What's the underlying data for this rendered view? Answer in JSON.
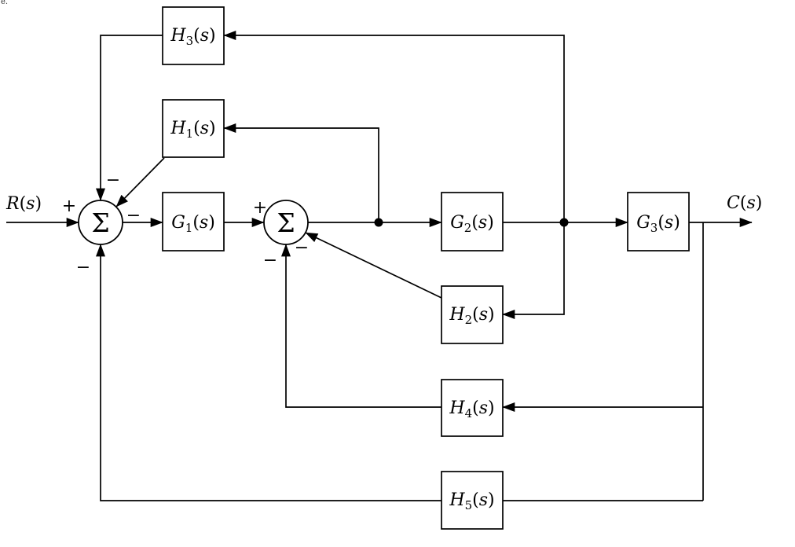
{
  "page": {
    "background": "#ffffff",
    "line_color": "#000000",
    "corner_fragment": "e."
  },
  "labels": {
    "input": {
      "main": "R",
      "open": "(",
      "var": "s",
      "close": ")"
    },
    "output": {
      "main": "C",
      "open": "(",
      "var": "s",
      "close": ")"
    }
  },
  "junctions": {
    "sum1": {
      "symbol": "Σ",
      "signs": {
        "input": "+",
        "top": "−",
        "diagonal": "−",
        "bottom": "−"
      }
    },
    "sum2": {
      "symbol": "Σ",
      "signs": {
        "input": "+",
        "diagonal": "−",
        "bottom": "−"
      }
    }
  },
  "blocks": {
    "g1": {
      "main": "G",
      "sub": "1",
      "open": "(",
      "var": "s",
      "close": ")"
    },
    "g2": {
      "main": "G",
      "sub": "2",
      "open": "(",
      "var": "s",
      "close": ")"
    },
    "g3": {
      "main": "G",
      "sub": "3",
      "open": "(",
      "var": "s",
      "close": ")"
    },
    "h1": {
      "main": "H",
      "sub": "1",
      "open": "(",
      "var": "s",
      "close": ")"
    },
    "h2": {
      "main": "H",
      "sub": "2",
      "open": "(",
      "var": "s",
      "close": ")"
    },
    "h3": {
      "main": "H",
      "sub": "3",
      "open": "(",
      "var": "s",
      "close": ")"
    },
    "h4": {
      "main": "H",
      "sub": "4",
      "open": "(",
      "var": "s",
      "close": ")"
    },
    "h5": {
      "main": "H",
      "sub": "5",
      "open": "(",
      "var": "s",
      "close": ")"
    }
  },
  "connections": [
    {
      "from": "R(s)",
      "to": "sum1",
      "sign": "+"
    },
    {
      "from": "sum1",
      "to": "G1(s)"
    },
    {
      "from": "G1(s)",
      "to": "sum2",
      "sign": "+"
    },
    {
      "from": "sum2",
      "to": "G2(s)",
      "takeoff": "node1"
    },
    {
      "from": "G2(s)",
      "to": "G3(s)",
      "takeoff": "node2"
    },
    {
      "from": "G3(s)",
      "to": "C(s)"
    },
    {
      "from": "node2",
      "to": "H3(s)"
    },
    {
      "from": "H3(s)",
      "to": "sum1",
      "sign": "−",
      "entry": "top"
    },
    {
      "from": "node1",
      "to": "H1(s)"
    },
    {
      "from": "H1(s)",
      "to": "sum1",
      "sign": "−",
      "entry": "upper-right diagonal"
    },
    {
      "from": "node2",
      "to": "H2(s)"
    },
    {
      "from": "H2(s)",
      "to": "sum2",
      "sign": "−",
      "entry": "lower-right diagonal"
    },
    {
      "from": "output takeoff",
      "to": "H4(s)"
    },
    {
      "from": "H4(s)",
      "to": "sum2",
      "sign": "−",
      "entry": "bottom"
    },
    {
      "from": "output takeoff",
      "to": "H5(s)"
    },
    {
      "from": "H5(s)",
      "to": "sum1",
      "sign": "−",
      "entry": "bottom"
    }
  ]
}
